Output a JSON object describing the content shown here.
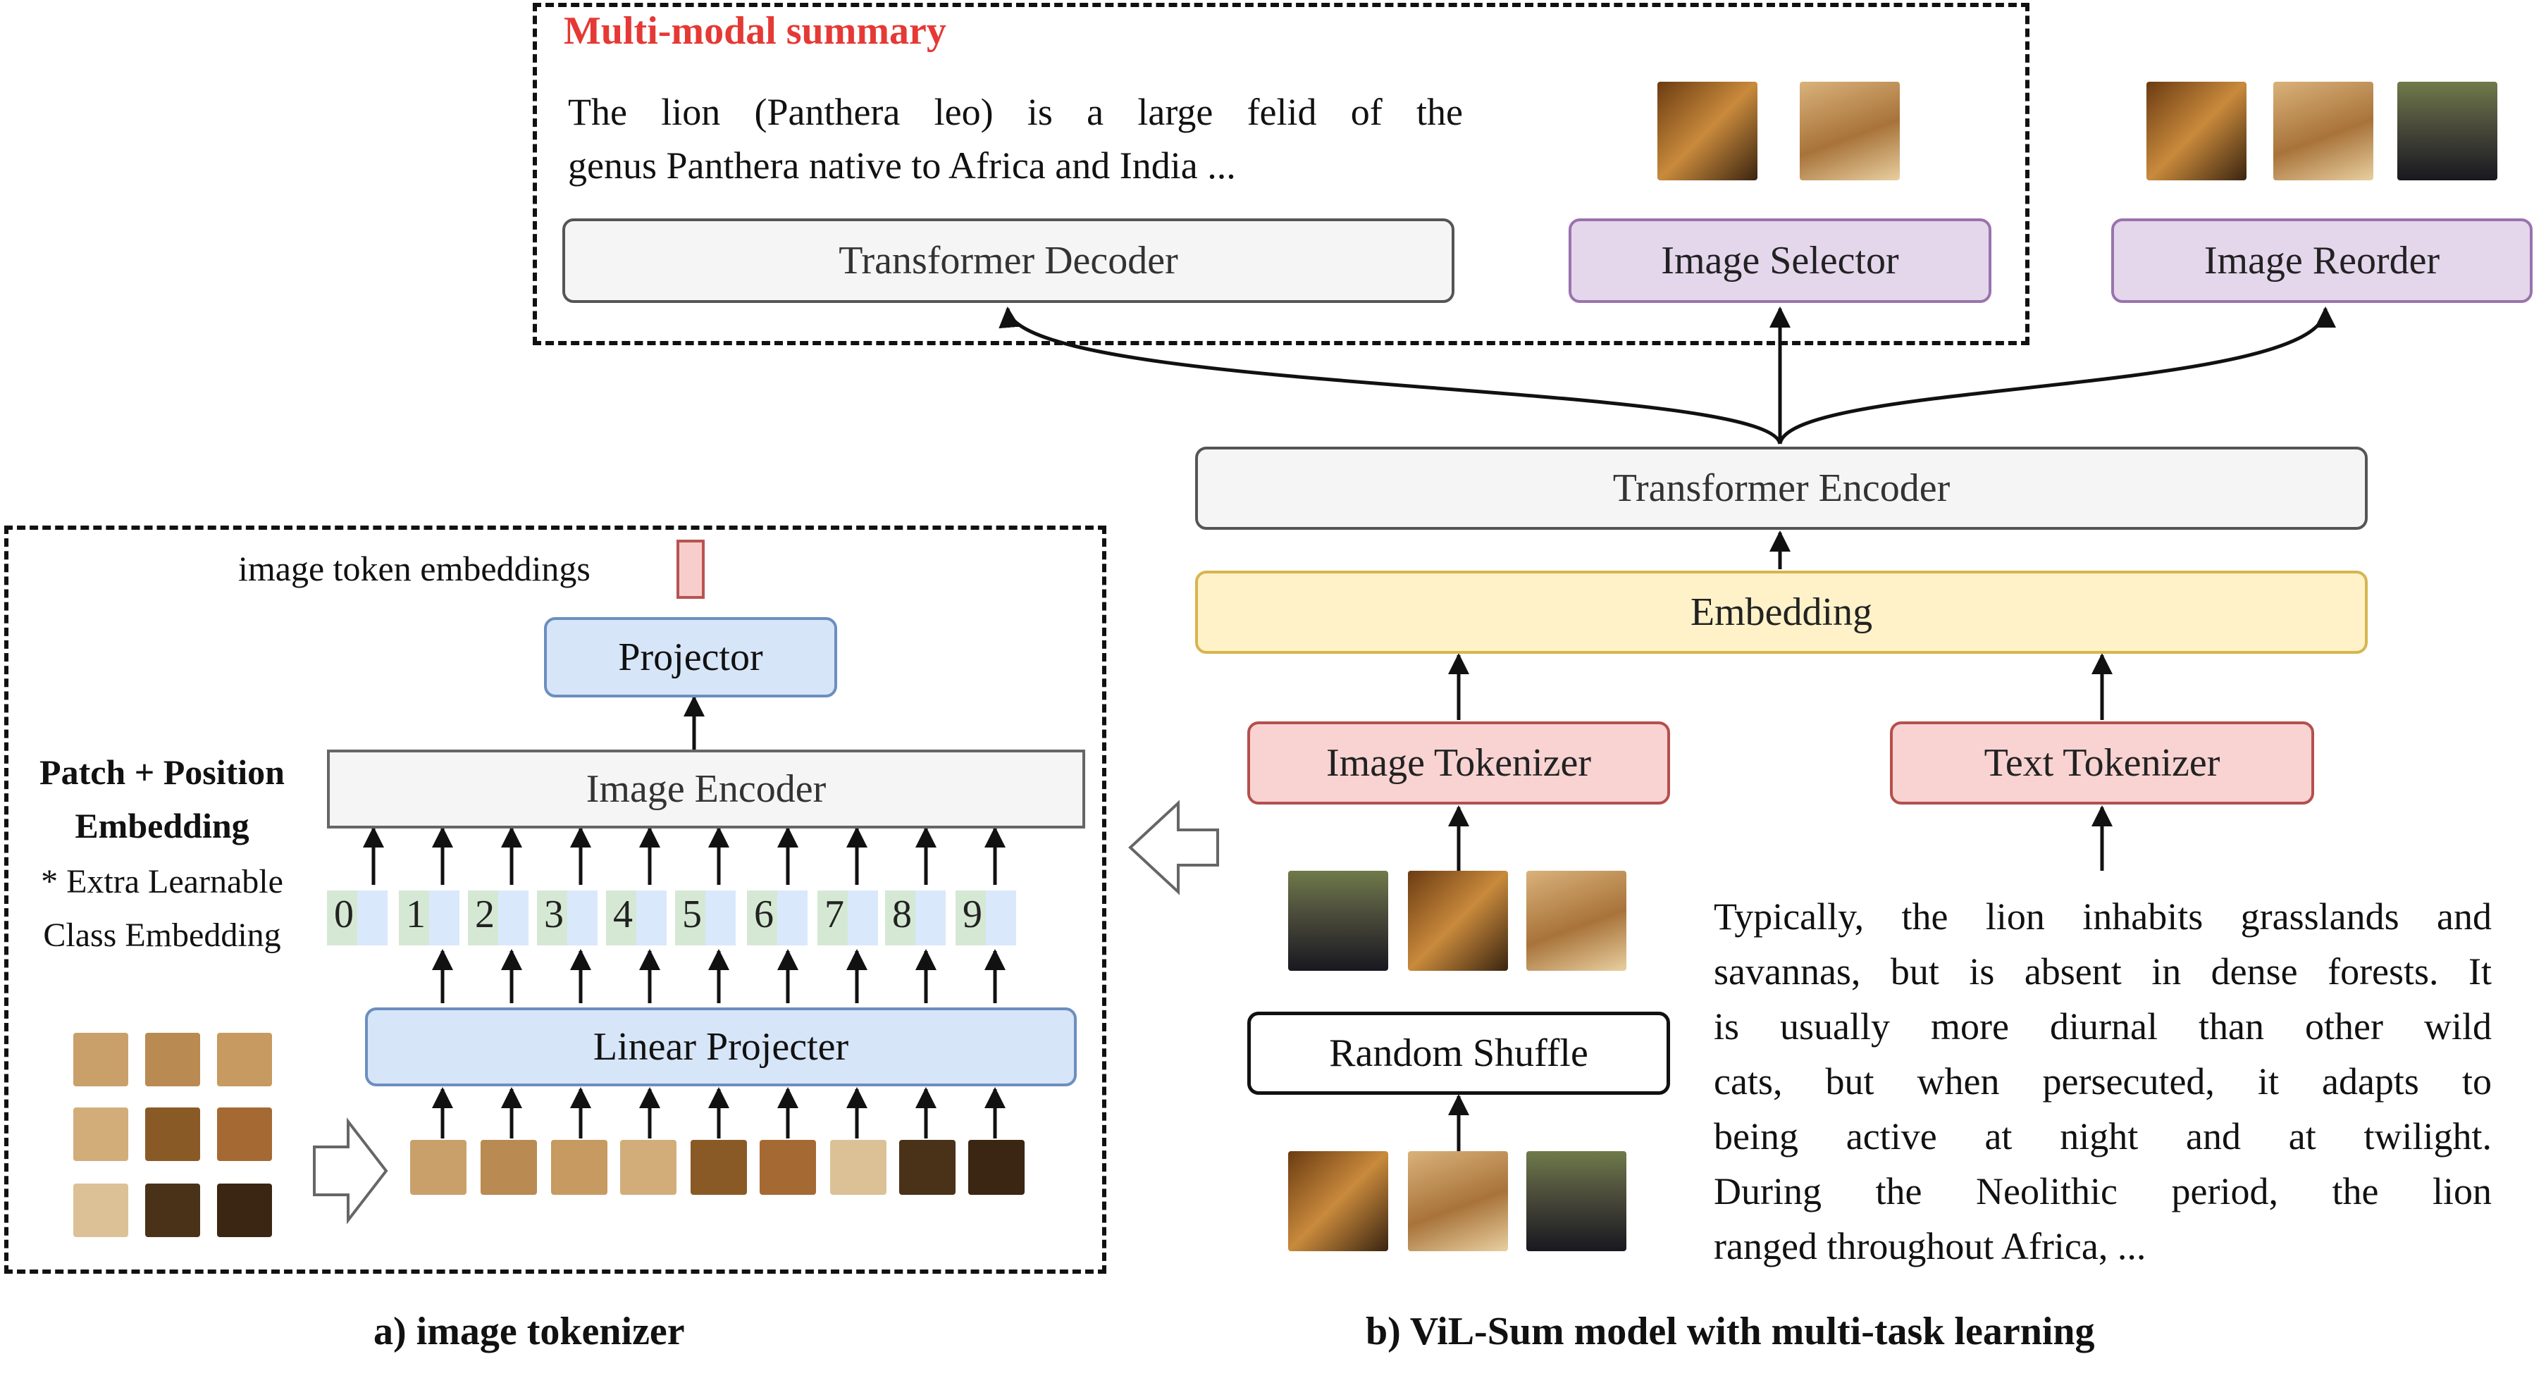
{
  "summary": {
    "title": "Multi-modal summary",
    "text_line1": "The lion (Panthera leo) is a large felid of the",
    "text_line2": "genus Panthera native to Africa and India ..."
  },
  "modules": {
    "decoder": "Transformer Decoder",
    "selector": "Image Selector",
    "reorder": "Image Reorder",
    "encoder": "Transformer Encoder",
    "embedding": "Embedding",
    "image_tokenizer": "Image Tokenizer",
    "text_tokenizer": "Text Tokenizer",
    "shuffle": "Random Shuffle"
  },
  "input_text": [
    "Typically, the lion inhabits grasslands and",
    "savannas, but is absent in dense forests. It",
    "is usually more diurnal than other wild",
    "cats, but when persecuted, it adapts to",
    "being active at night and at twilight.",
    "During the Neolithic period, the lion",
    "ranged throughout Africa, ..."
  ],
  "tokenizer": {
    "token_label": "image token embeddings",
    "projector": "Projector",
    "image_encoder": "Image Encoder",
    "linear": "Linear Projecter",
    "patch_pos_1": "Patch + Position",
    "patch_pos_2": "Embedding",
    "extra_1": "* Extra Learnable",
    "extra_2": "Class Embedding",
    "positions": [
      "0",
      "1",
      "2",
      "3",
      "4",
      "5",
      "6",
      "7",
      "8",
      "9"
    ]
  },
  "captions": {
    "a": "a) image tokenizer",
    "b": "b) ViL-Sum model with multi-task learning"
  },
  "colors": {
    "summary_title": "#e53935",
    "purple": "#e4d7ec",
    "yellow": "#fff2c8",
    "red": "#f8d3d2",
    "blue": "#d7e5f8",
    "gray": "#f5f5f5"
  }
}
